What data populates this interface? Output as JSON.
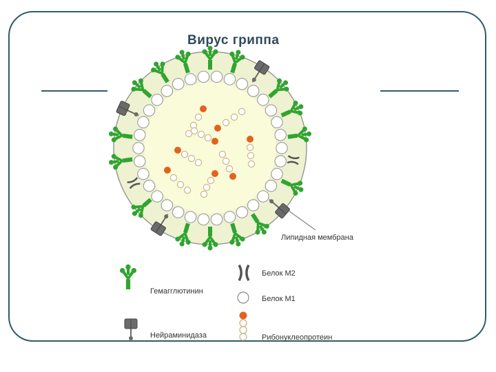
{
  "slide": {
    "title": "Вирус гриппа"
  },
  "diagram": {
    "membrane_label": "Липидная мембрана",
    "legend": {
      "hemagglutinin": "Гемагглютинин",
      "neuraminidase": "Нейраминидаза",
      "m2_protein": "Белок М2",
      "m1_protein": "Белок М1",
      "ribonucleoprotein": "Рибонуклеопротеин"
    },
    "colors": {
      "frame": "#2f5b6a",
      "virion_fill": "#fafbd9",
      "envelope_fill": "#eef2d0",
      "hemagglutinin": "#2fa52f",
      "neuraminidase": "#6b6b6b",
      "rnp_head": "#e2621e",
      "rnp_bead": "#c9b68a"
    }
  }
}
